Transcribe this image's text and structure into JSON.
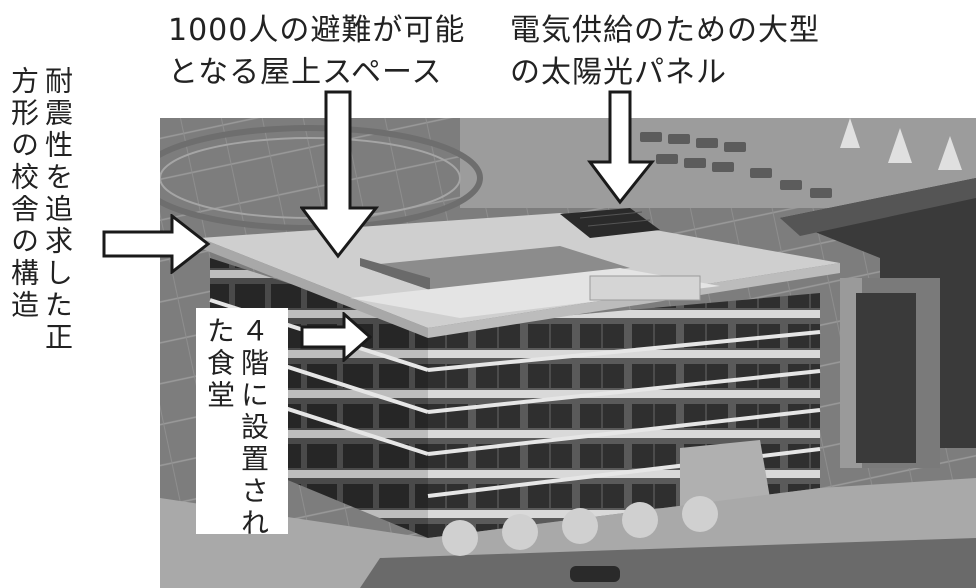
{
  "labels": {
    "rooftop": {
      "line1": "1000人の避難が可能",
      "line2": "となる屋上スペース"
    },
    "solar": {
      "line1": "電気供給のための大型",
      "line2": "の太陽光パネル"
    },
    "structure": {
      "col1": "耐震性を追求した正",
      "col2": "方形の校舎の構造"
    },
    "cafeteria": {
      "col1": "４階に設置され",
      "col2": "た食堂"
    }
  },
  "colors": {
    "text": "#222222",
    "arrow_stroke": "#1a1a1a",
    "arrow_fill": "#ffffff"
  }
}
